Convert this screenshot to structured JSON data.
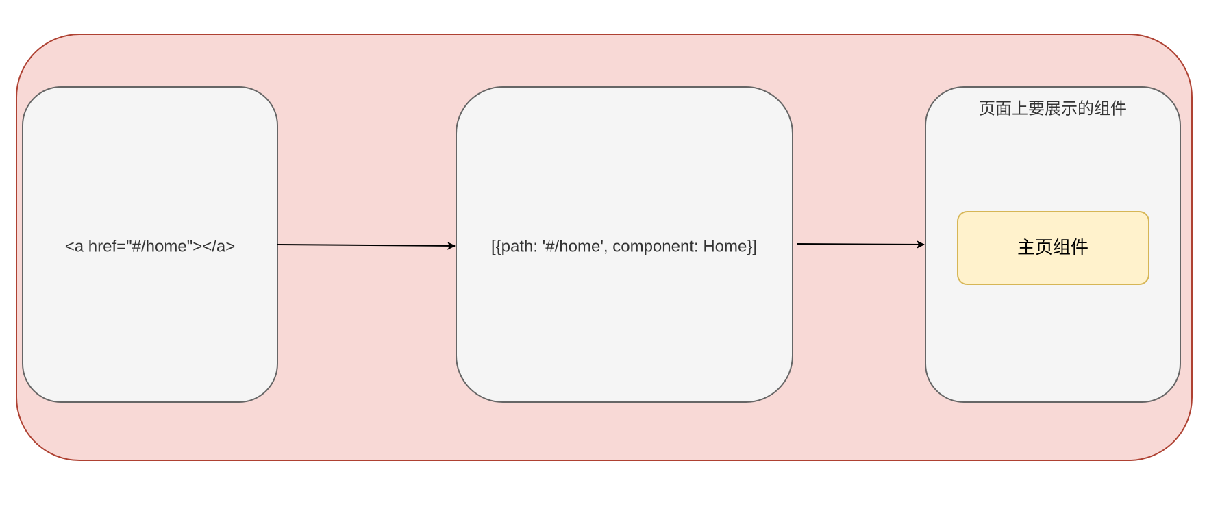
{
  "nodes": {
    "anchor": {
      "label": "<a href=\"#/home\"></a>"
    },
    "routes": {
      "label": "[{path: '#/home', component: Home}]"
    },
    "view": {
      "title": "页面上要展示的组件",
      "component": {
        "label": "主页组件"
      }
    }
  },
  "colors": {
    "container_fill": "#f8d9d6",
    "container_stroke": "#ae4132",
    "box_fill": "#f5f5f5",
    "box_stroke": "#666666",
    "component_fill": "#fff2cc",
    "component_stroke": "#d6b656",
    "edge": "#000000"
  }
}
